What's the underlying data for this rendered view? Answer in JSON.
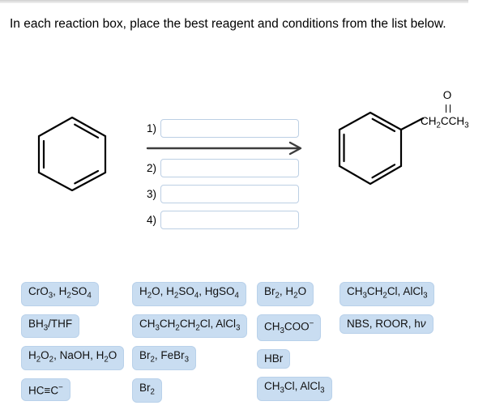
{
  "header": {
    "title": "In each reaction box, place the best reagent and conditions from the list below."
  },
  "reaction": {
    "reactant": {
      "structure": "benzene-ring"
    },
    "steps": [
      {
        "label": "1)",
        "value": ""
      },
      {
        "label": "2)",
        "value": ""
      },
      {
        "label": "3)",
        "value": ""
      },
      {
        "label": "4)",
        "value": ""
      }
    ],
    "product": {
      "structure": "benzene-ring-with-side-chain",
      "carbonyl_oxygen": "O",
      "chain": "CH2CCH3"
    }
  },
  "reagent_bank": {
    "columns": [
      {
        "items": [
          "CrO3, H2SO4",
          "BH3/THF",
          "H2O2, NaOH, H2O",
          "HC≡C⁻"
        ]
      },
      {
        "items": [
          "H2O, H2SO4, HgSO4",
          "CH3CH2CH2Cl, AlCl3",
          "Br2, FeBr3",
          "Br2"
        ]
      },
      {
        "items": [
          "Br2, H2O",
          "CH3COO⁻",
          "HBr",
          "CH3Cl, AlCl3"
        ]
      },
      {
        "items": [
          "CH3CH2Cl, AlCl3",
          "NBS, ROOR, hν"
        ]
      }
    ]
  },
  "colors": {
    "chip_bg": "#c9ddf1",
    "chip_border": "#b9d1ea",
    "input_border": "#bccfe4",
    "arrow": "#3d3d3d",
    "bond": "#000000",
    "top_bar_from": "#d0d0d0",
    "top_bar_to": "#f2f2f2"
  }
}
